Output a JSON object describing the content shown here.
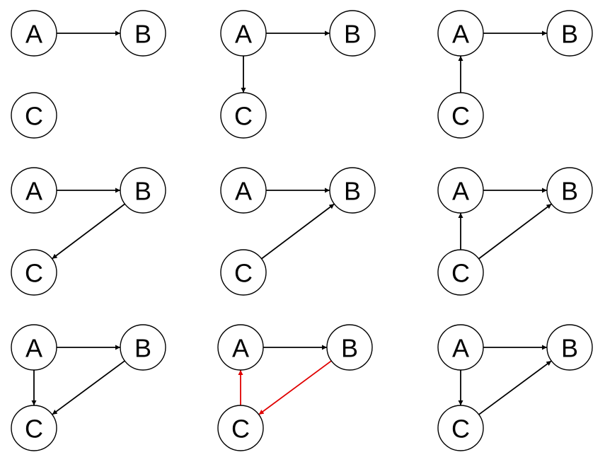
{
  "diagram": {
    "node_labels": {
      "A": "A",
      "B": "B",
      "C": "C"
    },
    "colors": {
      "default_edge": "#000000",
      "highlight_edge": "#e00000"
    },
    "panels": [
      {
        "id": "p1",
        "edges": [
          {
            "from": "A",
            "to": "B",
            "color": "default"
          }
        ]
      },
      {
        "id": "p2",
        "edges": [
          {
            "from": "A",
            "to": "B",
            "color": "default"
          },
          {
            "from": "A",
            "to": "C",
            "color": "default"
          }
        ]
      },
      {
        "id": "p3",
        "edges": [
          {
            "from": "A",
            "to": "B",
            "color": "default"
          },
          {
            "from": "C",
            "to": "A",
            "color": "default"
          }
        ]
      },
      {
        "id": "p4",
        "edges": [
          {
            "from": "A",
            "to": "B",
            "color": "default"
          },
          {
            "from": "B",
            "to": "C",
            "color": "default"
          }
        ]
      },
      {
        "id": "p5",
        "edges": [
          {
            "from": "A",
            "to": "B",
            "color": "default"
          },
          {
            "from": "C",
            "to": "B",
            "color": "default"
          }
        ]
      },
      {
        "id": "p6",
        "edges": [
          {
            "from": "A",
            "to": "B",
            "color": "default"
          },
          {
            "from": "C",
            "to": "A",
            "color": "default"
          },
          {
            "from": "C",
            "to": "B",
            "color": "default"
          }
        ]
      },
      {
        "id": "p7",
        "edges": [
          {
            "from": "A",
            "to": "B",
            "color": "default"
          },
          {
            "from": "A",
            "to": "C",
            "color": "default"
          },
          {
            "from": "B",
            "to": "C",
            "color": "default"
          }
        ]
      },
      {
        "id": "p8",
        "edges": [
          {
            "from": "A",
            "to": "B",
            "color": "default"
          },
          {
            "from": "B",
            "to": "C",
            "color": "highlight"
          },
          {
            "from": "C",
            "to": "A",
            "color": "highlight"
          }
        ]
      },
      {
        "id": "p9",
        "edges": [
          {
            "from": "A",
            "to": "B",
            "color": "default"
          },
          {
            "from": "A",
            "to": "C",
            "color": "default"
          },
          {
            "from": "C",
            "to": "B",
            "color": "default"
          }
        ]
      }
    ]
  }
}
